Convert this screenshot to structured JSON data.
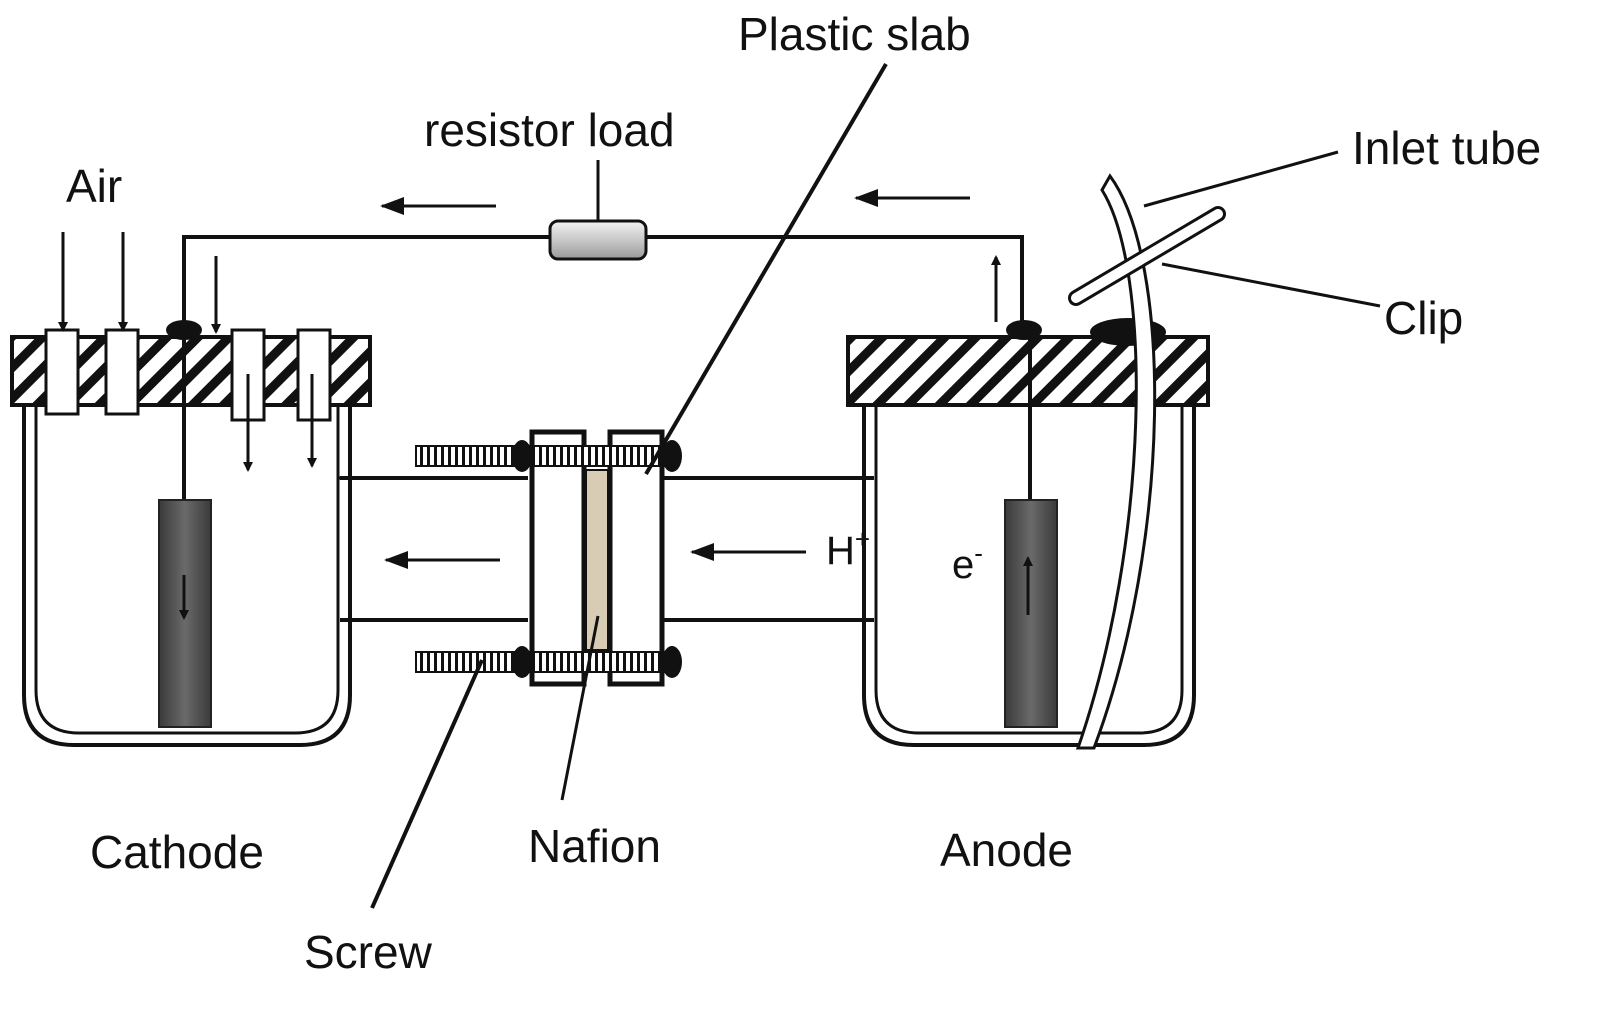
{
  "labels": {
    "plastic_slab": "Plastic slab",
    "resistor_load": "resistor load",
    "inlet_tube": "Inlet tube",
    "air": "Air",
    "clip": "Clip",
    "proton": "H",
    "proton_sup": "+",
    "electron": "e",
    "electron_sup": "-",
    "cathode": "Cathode",
    "nafion": "Nafion",
    "anode": "Anode",
    "screw": "Screw"
  },
  "colors": {
    "ink": "#111111",
    "electrode": "#4a4a4a",
    "nafion_membrane": "#d9ccb5",
    "resistor": "#cfcfcf"
  }
}
